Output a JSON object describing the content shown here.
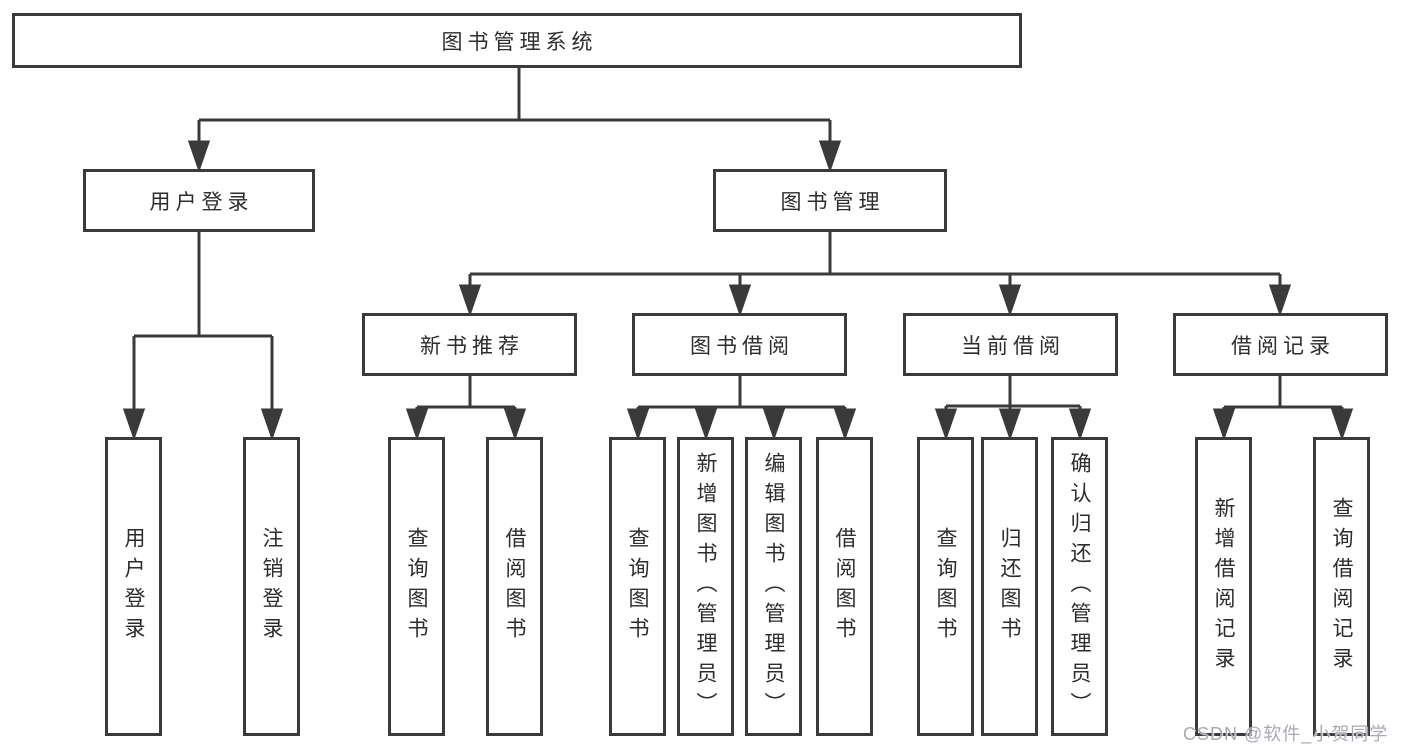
{
  "tree": {
    "root": {
      "label": "图书管理系统",
      "children": [
        {
          "label": "用户登录",
          "children": [
            {
              "label": "用户登录"
            },
            {
              "label": "注销登录"
            }
          ]
        },
        {
          "label": "图书管理",
          "children": [
            {
              "label": "新书推荐",
              "children": [
                {
                  "label": "查询图书"
                },
                {
                  "label": "借阅图书"
                }
              ]
            },
            {
              "label": "图书借阅",
              "children": [
                {
                  "label": "查询图书"
                },
                {
                  "label": "新增图书（管理员）"
                },
                {
                  "label": "编辑图书（管理员）"
                },
                {
                  "label": "借阅图书"
                }
              ]
            },
            {
              "label": "当前借阅",
              "children": [
                {
                  "label": "查询图书"
                },
                {
                  "label": "归还图书"
                },
                {
                  "label": "确认归还（管理员）"
                }
              ]
            },
            {
              "label": "借阅记录",
              "children": [
                {
                  "label": "新增借阅记录"
                },
                {
                  "label": "查询借阅记录"
                }
              ]
            }
          ]
        }
      ]
    }
  },
  "watermark": {
    "text": "CSDN @软件_小贺同学"
  },
  "colors": {
    "line": "#3a3a3a",
    "box_border": "#3a3a3a",
    "text": "#2d2d2d",
    "background": "#ffffff",
    "watermark": "#a9a9b2"
  }
}
